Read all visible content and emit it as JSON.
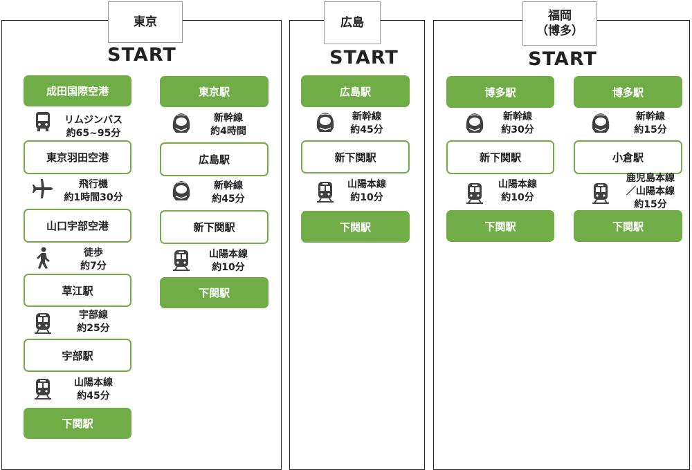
{
  "colors": {
    "accent": "#70ad47",
    "icon": "#404040"
  },
  "panels": [
    {
      "title": "東京",
      "start": "START",
      "routes": [
        [
          {
            "type": "station",
            "style": "filled",
            "label": "成田国際空港"
          },
          {
            "type": "move",
            "icon": "bus-icon",
            "line": "リムジンバス",
            "time": "約65~95分"
          },
          {
            "type": "station",
            "style": "outline",
            "label": "東京羽田空港"
          },
          {
            "type": "move",
            "icon": "airplane-icon",
            "line": "飛行機",
            "time": "約1時間30分"
          },
          {
            "type": "station",
            "style": "outline",
            "label": "山口宇部空港"
          },
          {
            "type": "move",
            "icon": "walking-icon",
            "line": "徒歩",
            "time": "約7分"
          },
          {
            "type": "station",
            "style": "outline",
            "label": "草江駅"
          },
          {
            "type": "move",
            "icon": "train-icon",
            "line": "宇部線",
            "time": "約25分"
          },
          {
            "type": "station",
            "style": "outline",
            "label": "宇部駅"
          },
          {
            "type": "move",
            "icon": "train-icon",
            "line": "山陽本線",
            "time": "約45分"
          },
          {
            "type": "station",
            "style": "filled",
            "label": "下関駅"
          }
        ],
        [
          {
            "type": "station",
            "style": "filled",
            "label": "東京駅"
          },
          {
            "type": "move",
            "icon": "shinkansen-icon",
            "line": "新幹線",
            "time": "約4時間"
          },
          {
            "type": "station",
            "style": "outline",
            "label": "広島駅"
          },
          {
            "type": "move",
            "icon": "shinkansen-icon",
            "line": "新幹線",
            "time": "約45分"
          },
          {
            "type": "station",
            "style": "outline",
            "label": "新下関駅"
          },
          {
            "type": "move",
            "icon": "train-icon",
            "line": "山陽本線",
            "time": "約10分"
          },
          {
            "type": "station",
            "style": "filled",
            "label": "下関駅"
          }
        ]
      ]
    },
    {
      "title": "広島",
      "start": "START",
      "routes": [
        [
          {
            "type": "station",
            "style": "filled",
            "label": "広島駅"
          },
          {
            "type": "move",
            "icon": "shinkansen-icon",
            "line": "新幹線",
            "time": "約45分"
          },
          {
            "type": "station",
            "style": "outline",
            "label": "新下関駅"
          },
          {
            "type": "move",
            "icon": "train-icon",
            "line": "山陽本線",
            "time": "約10分"
          },
          {
            "type": "station",
            "style": "filled",
            "label": "下関駅"
          }
        ]
      ]
    },
    {
      "title": "福岡\n（博多）",
      "start": "START",
      "routes": [
        [
          {
            "type": "station",
            "style": "filled",
            "label": "博多駅"
          },
          {
            "type": "move",
            "icon": "shinkansen-icon",
            "line": "新幹線",
            "time": "約30分"
          },
          {
            "type": "station",
            "style": "outline",
            "label": "新下関駅"
          },
          {
            "type": "move",
            "icon": "train-icon",
            "line": "山陽本線",
            "time": "約10分"
          },
          {
            "type": "station",
            "style": "filled",
            "label": "下関駅"
          }
        ],
        [
          {
            "type": "station",
            "style": "filled",
            "label": "博多駅"
          },
          {
            "type": "move",
            "icon": "shinkansen-icon",
            "line": "新幹線",
            "time": "約15分"
          },
          {
            "type": "station",
            "style": "outline",
            "label": "小倉駅"
          },
          {
            "type": "move",
            "icon": "train-icon",
            "line": "鹿児島本線\n／山陽本線",
            "time": "約15分"
          },
          {
            "type": "station",
            "style": "filled",
            "label": "下関駅"
          }
        ]
      ]
    }
  ]
}
